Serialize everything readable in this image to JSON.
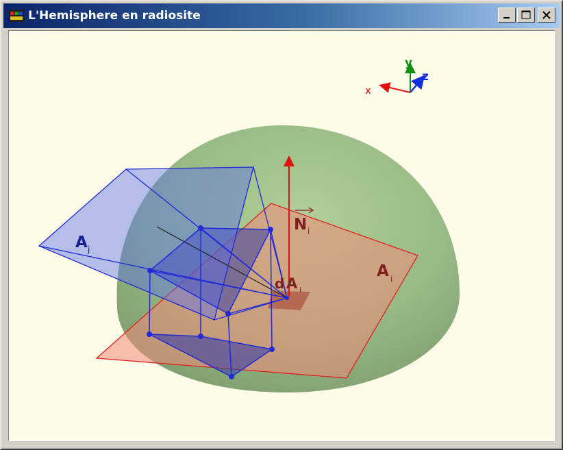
{
  "window": {
    "title": "L'Hemisphere en radiosite",
    "icon": "app-icon"
  },
  "controls": {
    "minimize": "minimize-icon",
    "maximize": "maximize-icon",
    "close": "close-icon"
  },
  "axes": {
    "x": "x",
    "y": "y",
    "z": "z"
  },
  "labels": {
    "aj_letter": "A",
    "aj_sub": "j",
    "ni_letter": "N",
    "ni_sub": "i",
    "ai_letter": "A",
    "ai_sub": "i",
    "dai_prefix": "d",
    "dai_letter": "A",
    "dai_sub": "i"
  },
  "colors": {
    "titlebar_start": "#0a246a",
    "titlebar_end": "#a6caf0",
    "canvas_bg": "#fffde9",
    "hemisphere": "#7aa66c",
    "blue_patch": "#1f2ad8",
    "red_plane": "#e03030",
    "normal_arrow": "#e01010",
    "axis_x": "#e01010",
    "axis_y": "#109010",
    "axis_z": "#1010e0"
  }
}
